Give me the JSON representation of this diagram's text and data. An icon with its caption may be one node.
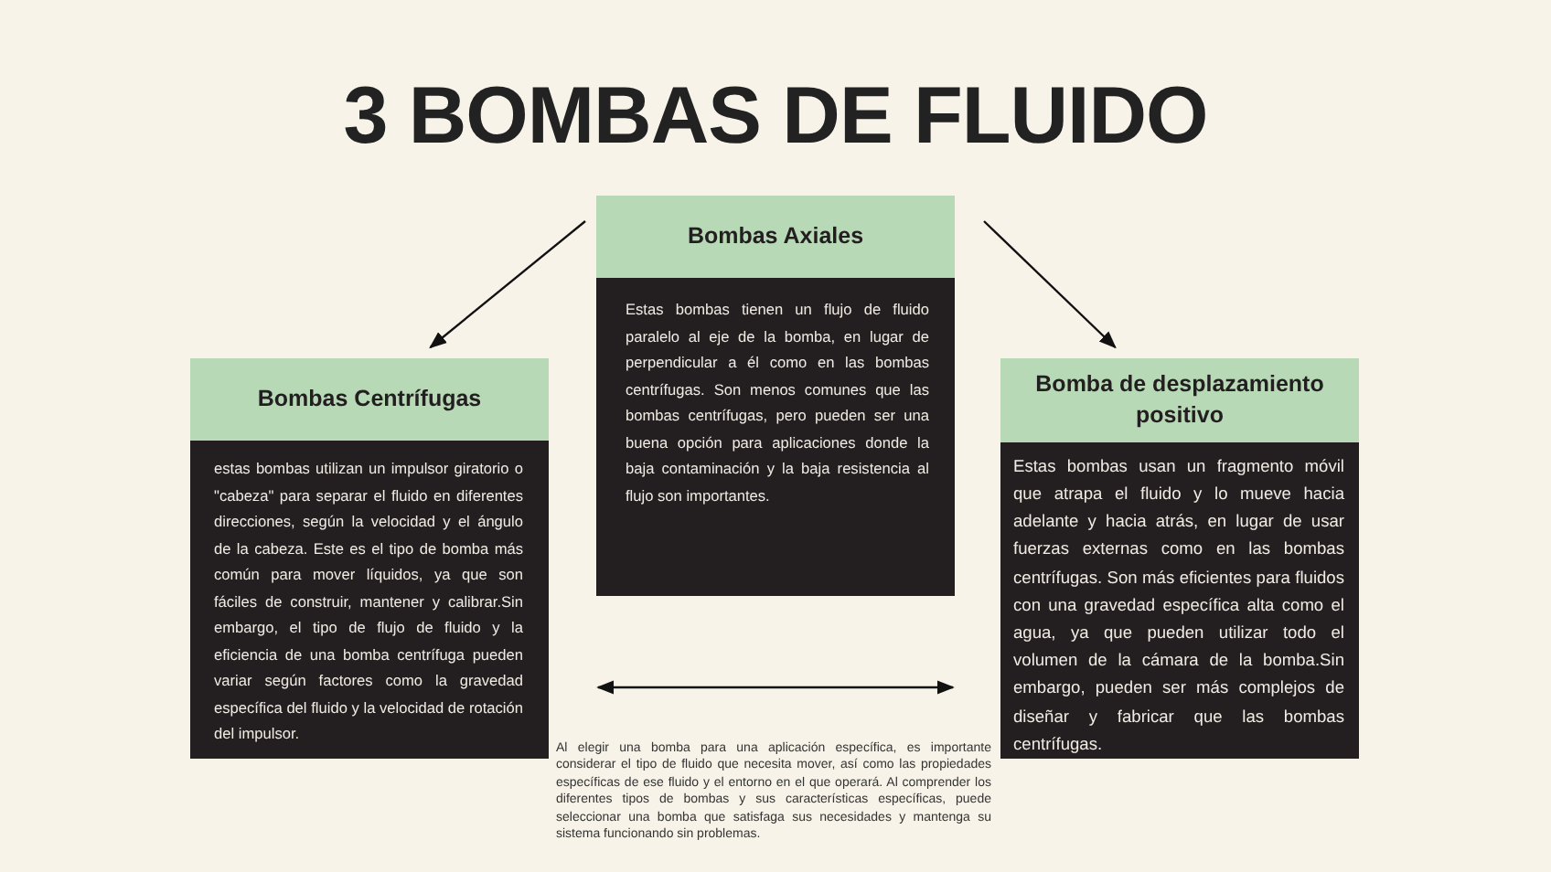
{
  "diagram": {
    "title": "3 BOMBAS DE FLUIDO",
    "nodes": [
      {
        "text": [
          "Bombas Axiales",
          "Estas bombas tienen un flujo de fluido paralelo al eje de la bomba, en lugar de perpendicular a él como en las bombas centrífugas. Son menos comunes que las bombas centrífugas, pero pueden ser una buena opción para aplicaciones donde la baja contaminación y la baja resistencia al flujo son importantes."
        ]
      },
      {
        "text": [
          "Bombas Centrífugas",
          "estas bombas utilizan un impulsor giratorio o \"cabeza\" para separar el fluido en diferentes direcciones, según la velocidad y el ángulo de la cabeza. Este es el tipo de bomba más común para mover líquidos, ya que son fáciles de construir, mantener y calibrar.Sin embargo, el tipo de flujo de fluido y la eficiencia de una bomba centrífuga pueden variar según factores como la gravedad específica del fluido y la velocidad de rotación del impulsor."
        ]
      },
      {
        "text": [
          "Bomba de desplazamiento positivo",
          "Estas bombas usan un fragmento móvil que atrapa el fluido y lo mueve hacia adelante y hacia atrás, en lugar de usar fuerzas externas como en las bombas centrífugas. Son más eficientes para fluidos con una gravedad específica alta como el agua, ya que pueden utilizar todo el volumen de la cámara de la bomba.Sin embargo, pueden ser más complejos de diseñar y fabricar que las bombas centrífugas."
        ]
      }
    ],
    "edges": [
      {
        "from": 0,
        "to": 1,
        "arrow": "to"
      },
      {
        "from": 0,
        "to": 2,
        "arrow": "to"
      }
    ],
    "labels": [
      "Al elegir una bomba para una aplicación específica, es importante considerar el tipo de fluido que necesita mover, así como las propiedades específicas de ese fluido y el entorno en el que operará. Al comprender los diferentes tipos de bombas y sus características específicas, puede seleccionar una bomba que satisfaga sus necesidades y mantenga su sistema funcionando sin problemas."
    ]
  }
}
